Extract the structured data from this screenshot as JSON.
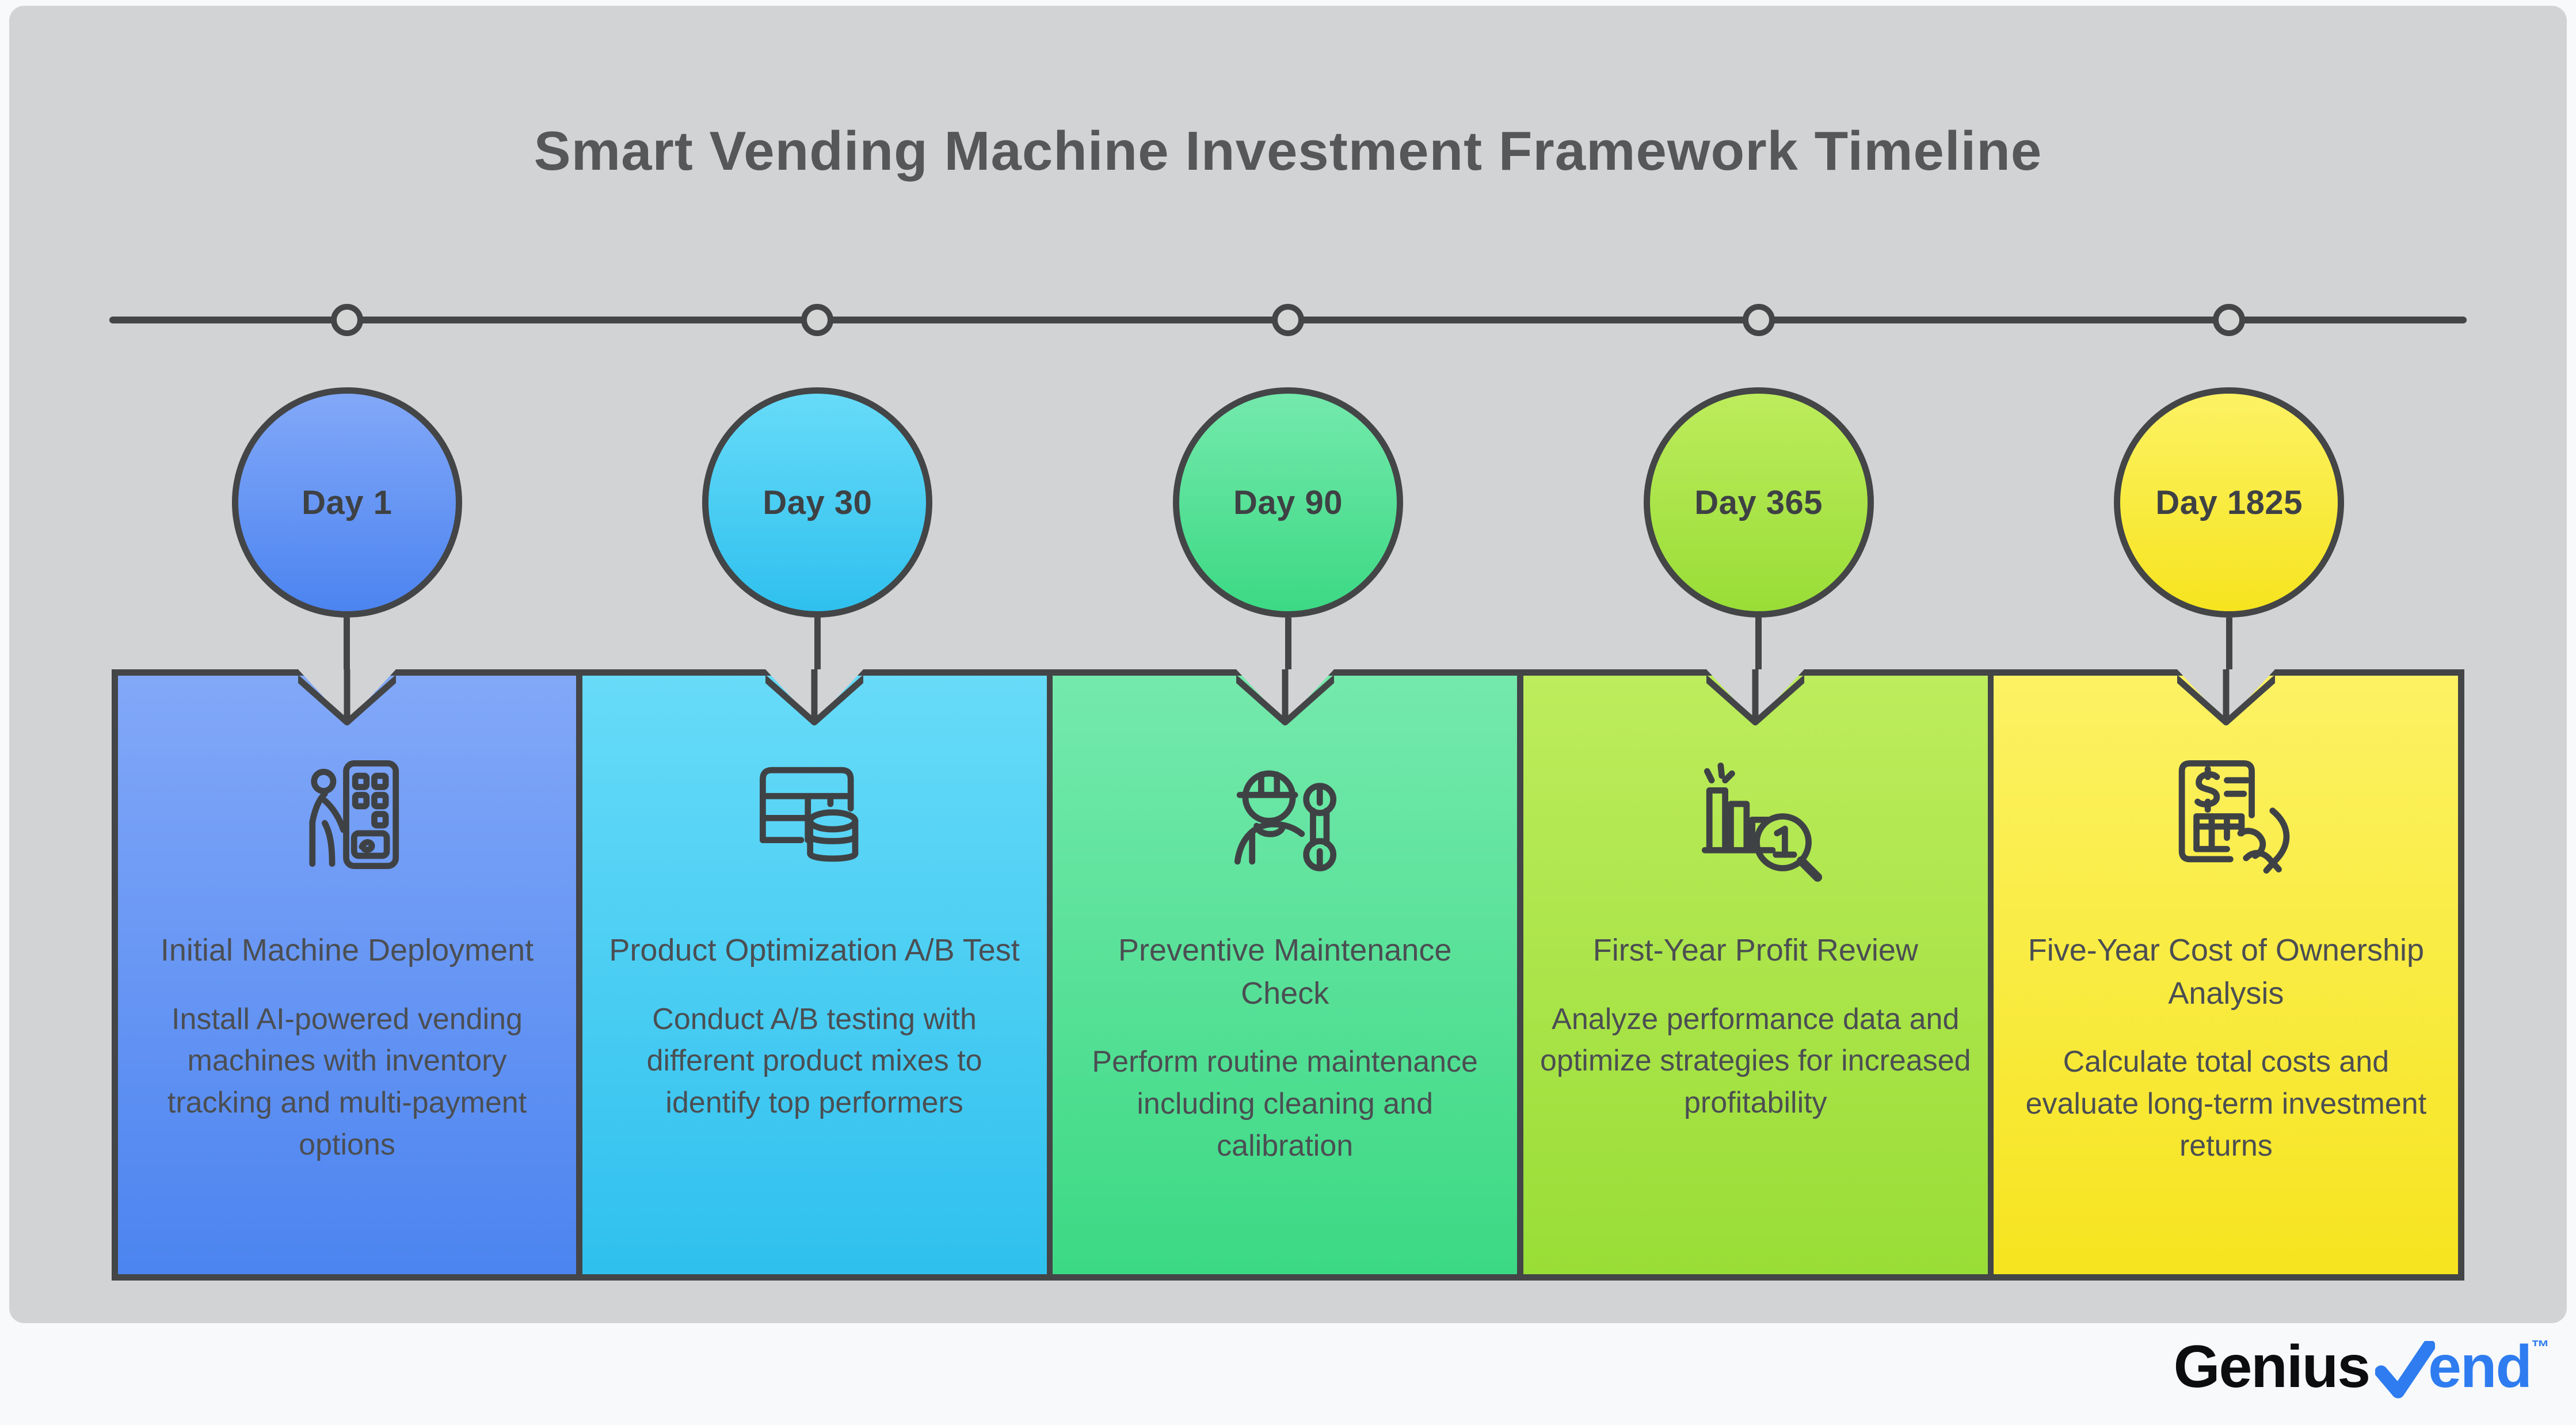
{
  "header": {
    "title": "Smart Vending Machine Investment Framework Timeline"
  },
  "timeline": {
    "stages": [
      {
        "label": "Day 1",
        "icon": "person-vending-machine-icon",
        "card_title": "Initial Machine Deployment",
        "card_description": "Install AI-powered vending machines with inventory tracking and multi-payment options",
        "color_top": "#82a8f8",
        "color_bottom": "#4c84f0"
      },
      {
        "label": "Day 30",
        "icon": "table-database-icon",
        "card_title": "Product Optimization A/B Test",
        "card_description": "Conduct A/B testing with different product mixes to identify top performers",
        "color_top": "#67dbf8",
        "color_bottom": "#2fc0ee"
      },
      {
        "label": "Day 90",
        "icon": "maintenance-worker-icon",
        "card_title": "Preventive Maintenance Check",
        "card_description": "Perform routine maintenance including cleaning and calibration",
        "color_top": "#74e9ac",
        "color_bottom": "#3cd984"
      },
      {
        "label": "Day 365",
        "icon": "profit-review-magnifier-icon",
        "card_title": "First-Year Profit Review",
        "card_description": "Analyze performance data and optimize strategies for increased profitability",
        "color_top": "#bdec5c",
        "color_bottom": "#99dd37"
      },
      {
        "label": "Day 1825",
        "icon": "invoice-hand-icon",
        "card_title": "Five-Year Cost of Ownership Analysis",
        "card_description": "Calculate total costs and evaluate long-term investment returns",
        "color_top": "#fcf263",
        "color_bottom": "#f6e41f"
      }
    ]
  },
  "brand": {
    "name_prefix": "Genius",
    "name_suffix": "end",
    "trademark": "™",
    "prefix_color": "#0c0d0e",
    "accent_color": "#2e7cf0"
  },
  "colors": {
    "background": "#f7f9fa",
    "canvas": "#d2d3d4",
    "outline": "#434547",
    "node_fill": "#d4d5d5",
    "text": "#4b4e52"
  }
}
